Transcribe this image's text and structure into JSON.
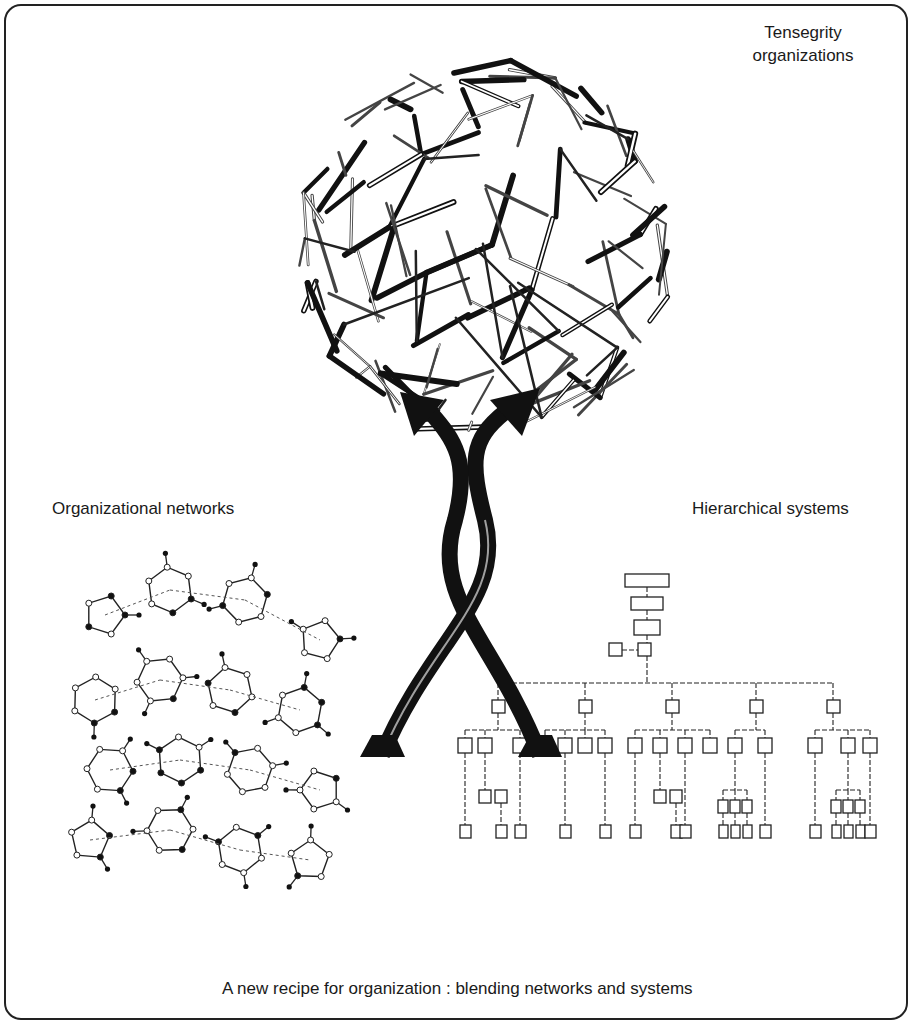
{
  "diagram": {
    "caption": "A new recipe for organization : blending networks and systems",
    "labels": [
      "Tensegrity organizations",
      "Organizational networks",
      "Hierarchical systems"
    ]
  }
}
